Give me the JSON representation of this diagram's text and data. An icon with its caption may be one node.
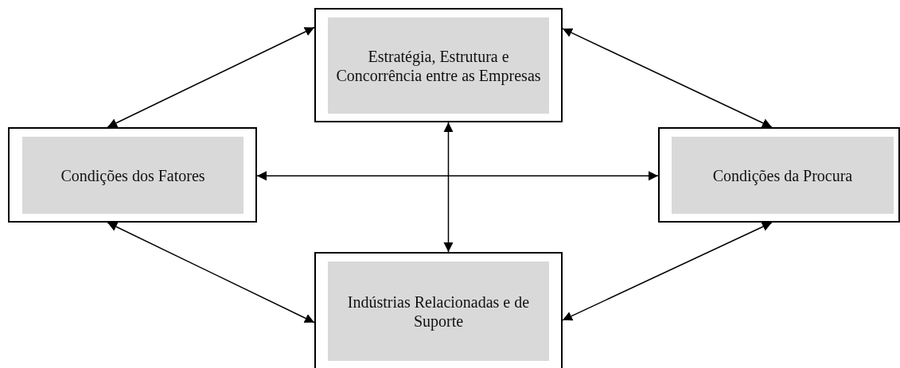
{
  "diagram": {
    "nodes": [
      {
        "text": [
          "Estratégia, Estrutura e Concorrência entre as Empresas"
        ]
      },
      {
        "text": [
          "Condições dos Fatores"
        ]
      },
      {
        "text": [
          "Condições da Procura"
        ]
      },
      {
        "text": [
          "Indústrias Relacionadas e de Suporte"
        ]
      }
    ],
    "edges": [
      {
        "from": 0,
        "to": 1,
        "arrow": "both"
      },
      {
        "from": 0,
        "to": 2,
        "arrow": "both"
      },
      {
        "from": 1,
        "to": 2,
        "arrow": "both"
      },
      {
        "from": 0,
        "to": 3,
        "arrow": "both"
      },
      {
        "from": 1,
        "to": 3,
        "arrow": "both"
      },
      {
        "from": 2,
        "to": 3,
        "arrow": "both"
      }
    ]
  }
}
